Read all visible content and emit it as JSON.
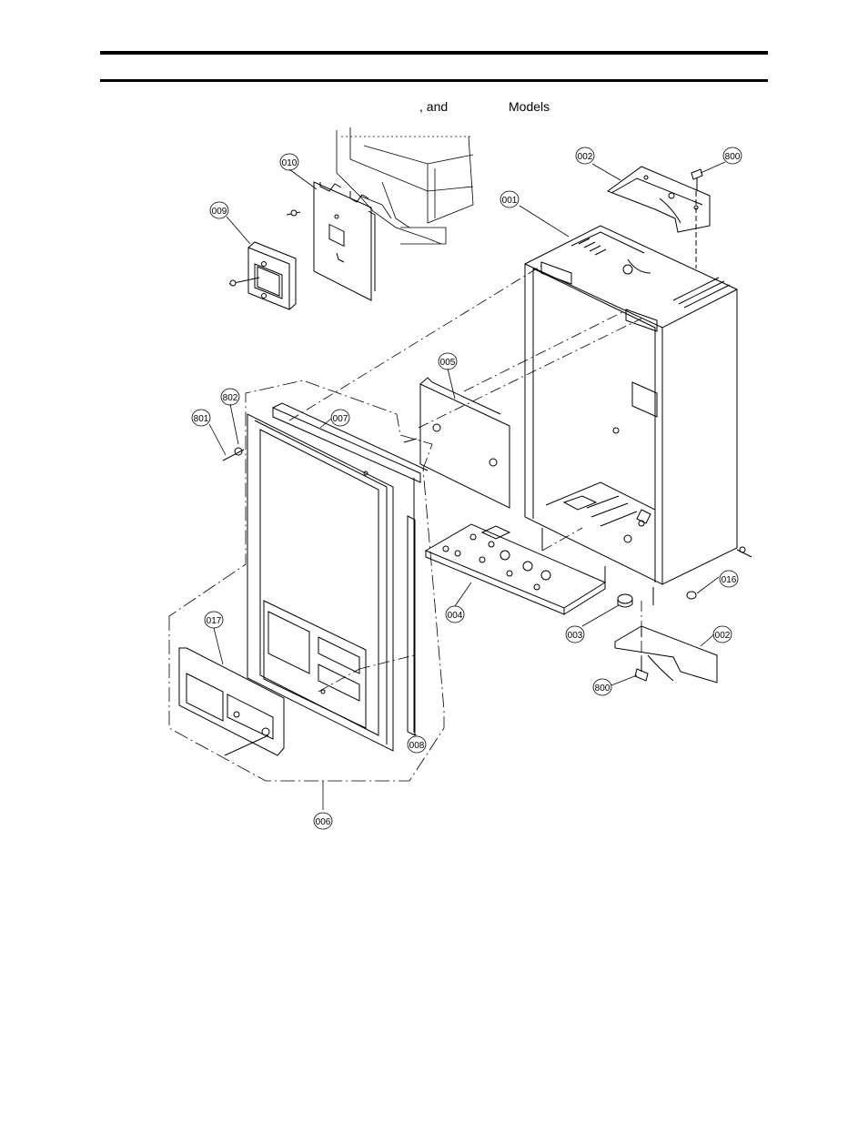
{
  "header": {
    "caption_part1": ", and",
    "caption_part2": "Models"
  },
  "diagram": {
    "part_labels": [
      {
        "id": "010",
        "text": "010"
      },
      {
        "id": "009",
        "text": "009"
      },
      {
        "id": "002a",
        "text": "002"
      },
      {
        "id": "800a",
        "text": "800"
      },
      {
        "id": "001",
        "text": "001"
      },
      {
        "id": "005",
        "text": "005"
      },
      {
        "id": "802",
        "text": "802"
      },
      {
        "id": "801",
        "text": "801"
      },
      {
        "id": "007",
        "text": "007"
      },
      {
        "id": "016",
        "text": "016"
      },
      {
        "id": "017",
        "text": "017"
      },
      {
        "id": "004",
        "text": "004"
      },
      {
        "id": "003",
        "text": "003"
      },
      {
        "id": "002b",
        "text": "002"
      },
      {
        "id": "800b",
        "text": "800"
      },
      {
        "id": "008",
        "text": "008"
      },
      {
        "id": "006",
        "text": "006"
      }
    ]
  }
}
